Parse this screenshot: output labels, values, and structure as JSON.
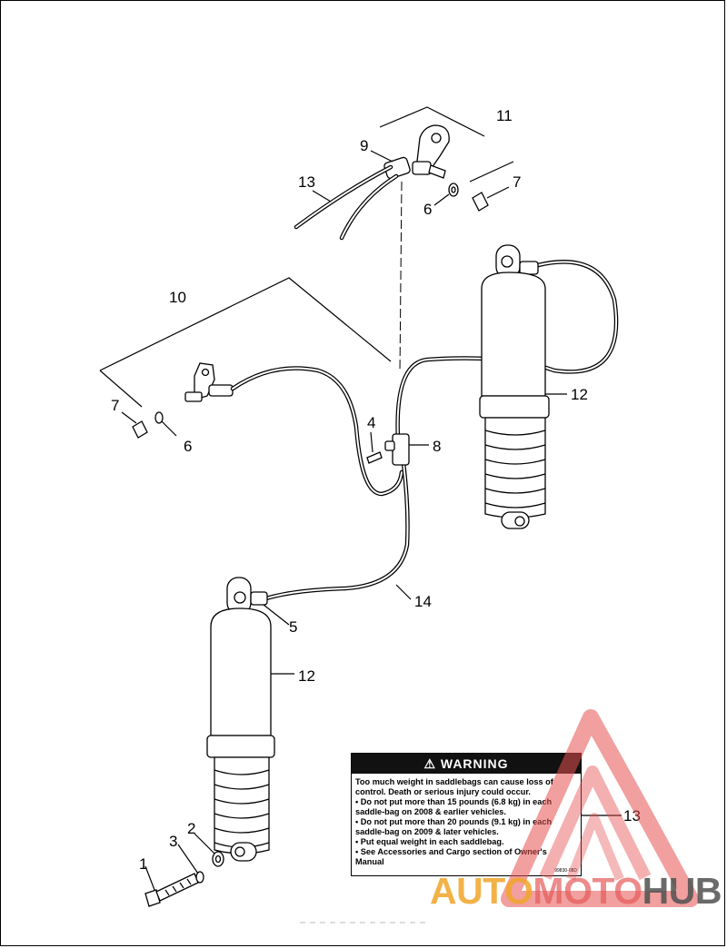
{
  "callouts": {
    "c1": "1",
    "c2": "2",
    "c3": "3",
    "c4": "4",
    "c5": "5",
    "c6a": "6",
    "c6b": "6",
    "c7a": "7",
    "c7b": "7",
    "c8": "8",
    "c9": "9",
    "c10": "10",
    "c11": "11",
    "c12a": "12",
    "c12b": "12",
    "c13a": "13",
    "c13b": "13",
    "c14": "14"
  },
  "warning": {
    "header": "⚠ WARNING",
    "line1": "Too much weight in saddlebags can cause loss of control. Death or serious injury could occur.",
    "bullet1": "• Do not put more than 15 pounds (6.8 kg) in each saddle-bag on 2008 & earlier vehicles.",
    "bullet2": "• Do not put more than 20 pounds (9.1 kg) in each saddle-bag on 2009 & later vehicles.",
    "bullet3": "• Put equal weight in each saddlebag.",
    "bullet4": "• See Accessories and Cargo section of Owner's Manual",
    "code": "99830-08D"
  },
  "watermark": {
    "part1": "AUTO",
    "part2": "MOTO",
    "part3": "HUB",
    "colors": {
      "auto": "#f0a528",
      "moto": "#e65a5a",
      "hub": "#505050"
    }
  }
}
